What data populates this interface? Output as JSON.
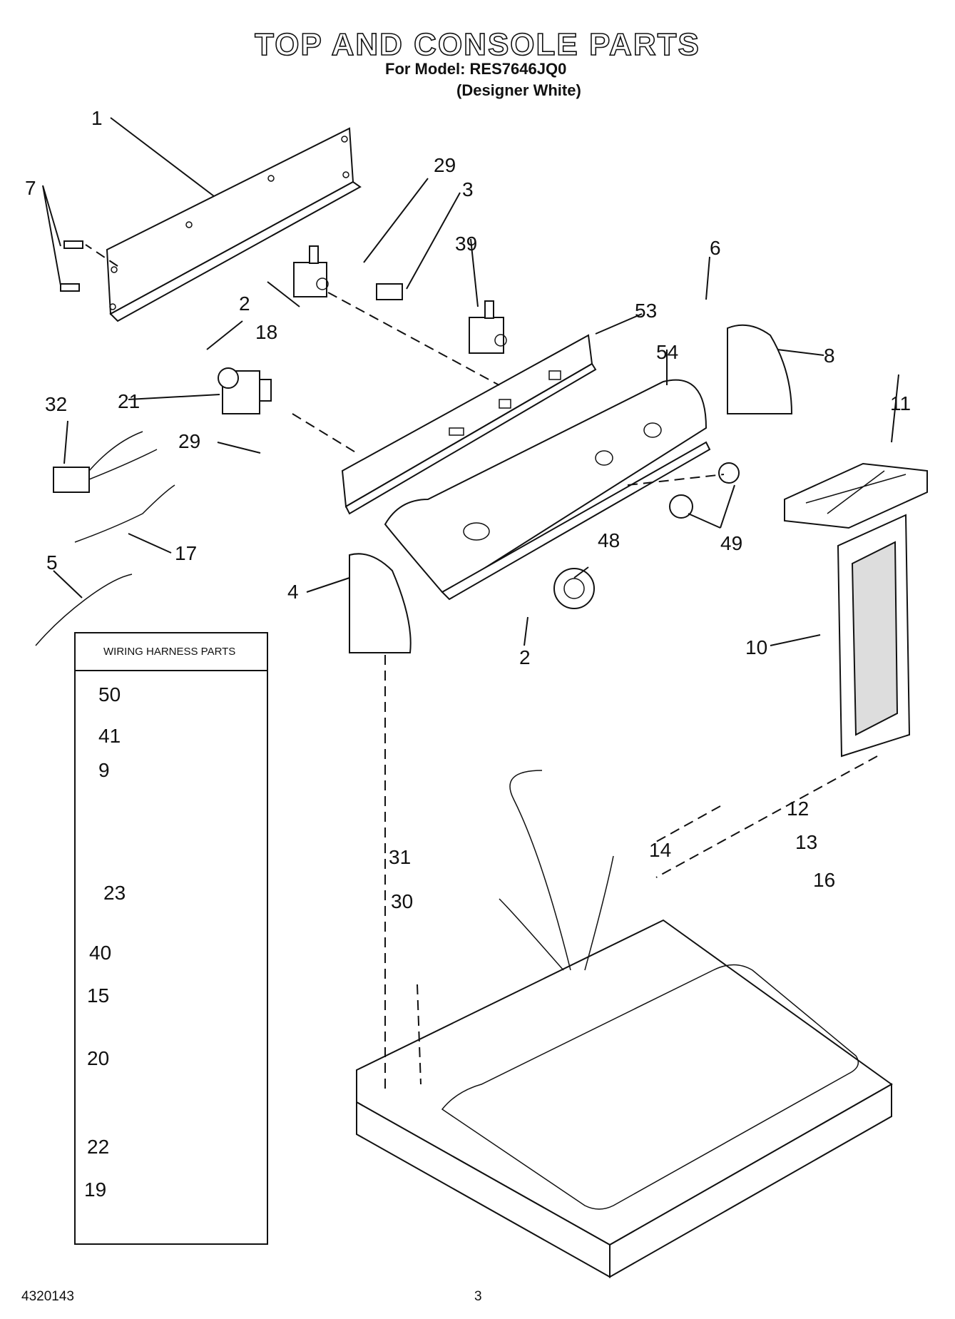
{
  "header": {
    "title": "TOP AND CONSOLE PARTS",
    "model": "For Model: RES7646JQ0",
    "variant": "(Designer White)"
  },
  "wiring_box": {
    "title": "WIRING HARNESS PARTS"
  },
  "callouts": {
    "c1": "1",
    "c7": "7",
    "c29a": "29",
    "c3": "3",
    "c39": "39",
    "c6": "6",
    "c2a": "2",
    "c18": "18",
    "c53": "53",
    "c54": "54",
    "c8": "8",
    "c32": "32",
    "c21": "21",
    "c29b": "29",
    "c11": "11",
    "c17": "17",
    "c5": "5",
    "c48": "48",
    "c49": "49",
    "c4": "4",
    "c2b": "2",
    "c10": "10",
    "c50": "50",
    "c41": "41",
    "c9": "9",
    "c23": "23",
    "c40": "40",
    "c15": "15",
    "c20": "20",
    "c22": "22",
    "c19": "19",
    "c12": "12",
    "c13": "13",
    "c14": "14",
    "c16": "16",
    "c31": "31",
    "c30": "30"
  },
  "footer": {
    "doc_number": "4320143",
    "page_number": "3"
  }
}
